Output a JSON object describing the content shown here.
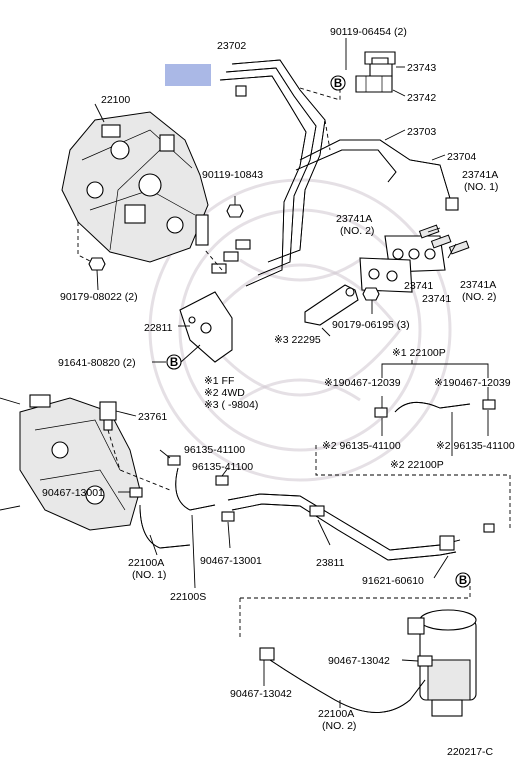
{
  "labels": {
    "l23702": "23702",
    "l90119_06454": "90119-06454 (2)",
    "l23743": "23743",
    "l23742": "23742",
    "l22100": "22100",
    "l23703": "23703",
    "l23704": "23704",
    "l90119_10843": "90119-10843",
    "l23741A_1a": "23741A",
    "l23741A_1b": "(NO. 1)",
    "l23741A_2a": "23741A",
    "l23741A_2b": "(NO. 2)",
    "l23741": "23741",
    "l23741A_3a": "23741A",
    "l23741A_3b": "(NO. 2)",
    "l23741b": "23741",
    "l90179_08022": "90179-08022 (2)",
    "l90179_06195": "90179-06195 (3)",
    "l22811": "22811",
    "l22295": "※3 22295",
    "l91641": "91641-80820 (2)",
    "l22100P_1": "※1 22100P",
    "l190467_a": "※190467-12039",
    "l190467_b": "※190467-12039",
    "n1": "※1  FF",
    "n2": "※2  4WD",
    "n3": "※3  (      -9804)",
    "l23761": "23761",
    "l96135_a": "96135-41100",
    "l96135_b": "96135-41100",
    "l296135_a": "※2 96135-41100",
    "l296135_b": "※2 96135-41100",
    "l22100P_2": "※2 22100P",
    "l90467_13001a": "90467-13001",
    "l90467_13001b": "90467-13001",
    "l22100A_1a": "22100A",
    "l22100A_1b": "(NO. 1)",
    "l22100S": "22100S",
    "l23811": "23811",
    "l91621": "91621-60610",
    "l90467_13042a": "90467-13042",
    "l90467_13042b": "90467-13042",
    "l22100A_2a": "22100A",
    "l22100A_2b": "(NO. 2)",
    "diagram_id": "220217-C"
  },
  "callout_letter": "B",
  "highlight_color": "#aab8e6"
}
